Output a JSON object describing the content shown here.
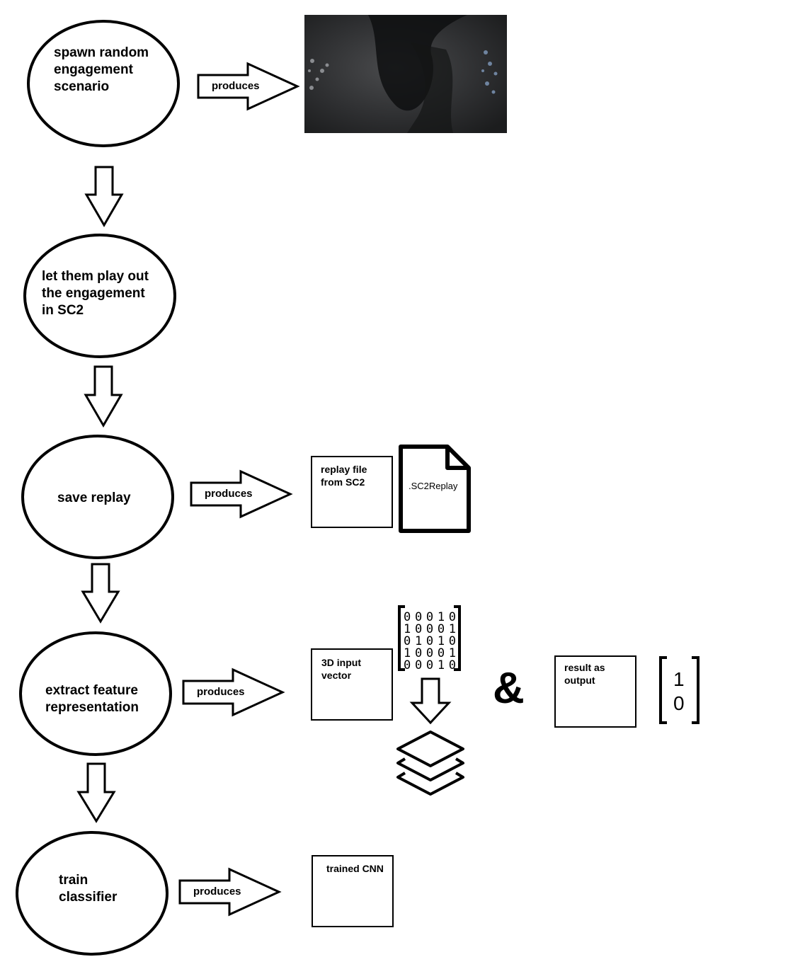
{
  "steps": [
    {
      "lines": [
        "spawn random",
        "engagement",
        "scenario"
      ]
    },
    {
      "lines": [
        "let them play out",
        "the engagement",
        "in SC2"
      ]
    },
    {
      "lines": [
        "save replay"
      ]
    },
    {
      "lines": [
        "extract feature",
        "representation"
      ]
    },
    {
      "lines": [
        "train",
        "classifier"
      ]
    }
  ],
  "produces_label": "produces",
  "replay": {
    "box_lines": [
      "replay file",
      "from SC2"
    ],
    "file_ext": ".SC2Replay"
  },
  "features": {
    "box_lines": [
      "3D input",
      "vector"
    ],
    "binary_rows": [
      "00010",
      "10001",
      "01010",
      "10001",
      "00010"
    ],
    "ampersand": "&",
    "result_lines": [
      "result as",
      "output"
    ],
    "output_vector": [
      "1",
      "0"
    ]
  },
  "classifier": {
    "box_label": "trained CNN"
  },
  "colors": {
    "stroke": "#000000",
    "scene_dark": "#1c1d1e",
    "scene_mid": "#3a3b3d"
  },
  "icons": [
    "battle-scene-image",
    "document-icon",
    "binary-matrix-icon",
    "layers-icon"
  ]
}
